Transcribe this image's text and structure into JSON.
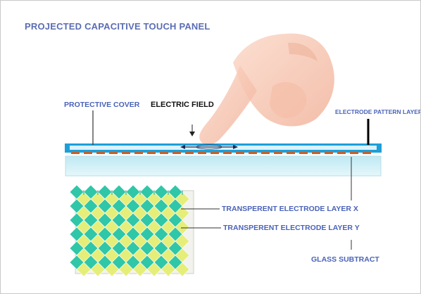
{
  "title": "PROJECTED CAPACITIVE TOUCH PANEL",
  "labels": {
    "protective_cover": "PROTECTIVE COVER",
    "electric_field": "ELECTRIC FIELD",
    "electrode_pattern_layer": "ELECTRODE PATTERN LAYER",
    "electrode_layer_x": "TRANSPERENT ELECTRODE LAYER X",
    "electrode_layer_y": "TRANSPERENT ELECTRODE LAYER Y",
    "glass_substrate": "GLASS SUBTRACT"
  },
  "colors": {
    "title": "#5b6db3",
    "label_blue": "#4a63b8",
    "cover_blue": "#1e9fd8",
    "glass": "#cfeef5",
    "electrode_copper": "#c4612a",
    "diamond_green": "#2fc7a8",
    "diamond_yellow": "#e6ee7a",
    "skin": "#f6c4b0"
  }
}
